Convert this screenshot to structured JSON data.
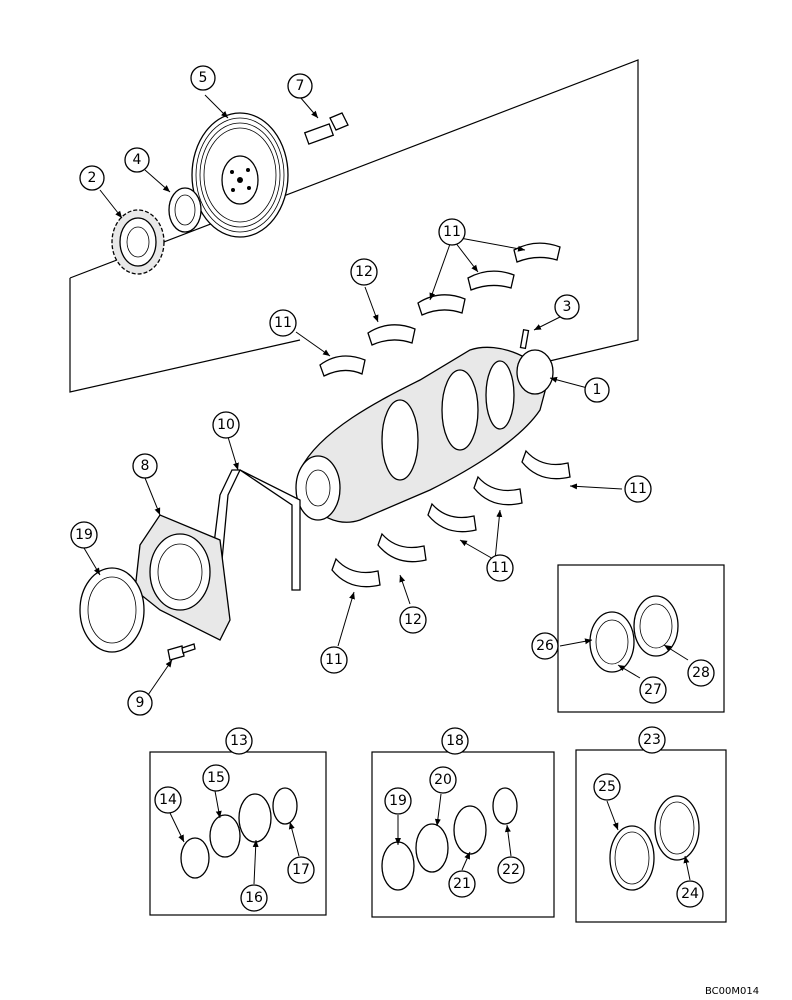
{
  "figure_code": "BC00M014",
  "callouts": {
    "c1": "1",
    "c2": "2",
    "c3": "3",
    "c4": "4",
    "c5": "5",
    "c7": "7",
    "c8": "8",
    "c9": "9",
    "c10": "10",
    "c11a": "11",
    "c11b": "11",
    "c11c": "11",
    "c11d": "11",
    "c11e": "11",
    "c12a": "12",
    "c12b": "12",
    "c13": "13",
    "c14": "14",
    "c15": "15",
    "c16": "16",
    "c17": "17",
    "c18": "18",
    "c19a": "19",
    "c19b": "19",
    "c20": "20",
    "c21": "21",
    "c22": "22",
    "c23": "23",
    "c24": "24",
    "c25": "25",
    "c26": "26",
    "c27": "27",
    "c28": "28"
  }
}
